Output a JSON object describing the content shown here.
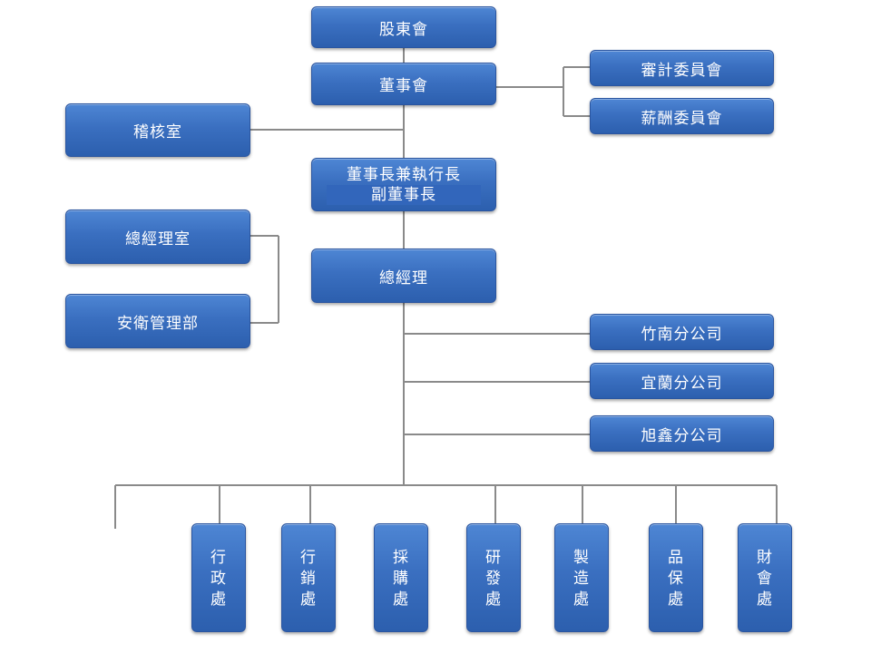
{
  "chart_data": {
    "type": "org-chart",
    "nodes": {
      "shareholders": "股東會",
      "board": "董事會",
      "audit_committee": "審計委員會",
      "compensation_committee": "薪酬委員會",
      "internal_audit": "稽核室",
      "chairman_line1": "董事長兼執行長",
      "chairman_line2": "副董事長",
      "gm_office": "總經理室",
      "safety_dept": "安衛管理部",
      "general_manager": "總經理",
      "branch_zhunan": "竹南分公司",
      "branch_yilan": "宜蘭分公司",
      "branch_xuxin": "旭鑫分公司"
    },
    "divisions": [
      {
        "label": "行政處",
        "chars": [
          "行",
          "政",
          "處"
        ]
      },
      {
        "label": "行銷處",
        "chars": [
          "行",
          "銷",
          "處"
        ]
      },
      {
        "label": "採購處",
        "chars": [
          "採",
          "購",
          "處"
        ]
      },
      {
        "label": "研發處",
        "chars": [
          "研",
          "發",
          "處"
        ]
      },
      {
        "label": "製造處",
        "chars": [
          "製",
          "造",
          "處"
        ]
      },
      {
        "label": "品保處",
        "chars": [
          "品",
          "保",
          "處"
        ]
      },
      {
        "label": "財會處",
        "chars": [
          "財",
          "會",
          "處"
        ]
      }
    ]
  },
  "colors": {
    "box": "#3a6fc0",
    "line": "#808080",
    "text": "#ffffff"
  }
}
